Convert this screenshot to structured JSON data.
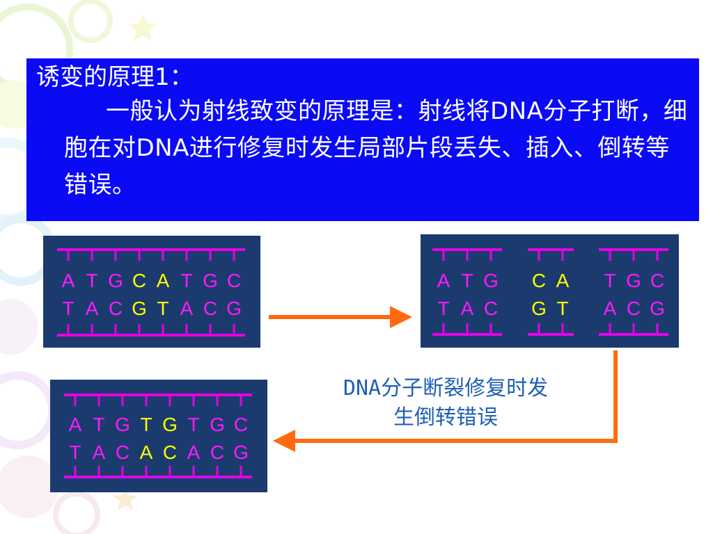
{
  "slide": {
    "heading": "诱变的原理1：",
    "body": "一般认为射线致变的原理是：射线将DNA分子打断，细胞在对DNA进行修复时发生局部片段丢失、插入、倒转等错误。"
  },
  "colors": {
    "title_bg": "#0a0af5",
    "panel_bg": "#1b3b6e",
    "backbone": "#e600e6",
    "base_normal": "#ff1aff",
    "base_highlight": "#ffff00",
    "arrow": "#ff6a10",
    "caption": "#1f5fb4"
  },
  "panels": {
    "original": {
      "top_strand": [
        "A",
        "T",
        "G",
        "C",
        "A",
        "T",
        "G",
        "C"
      ],
      "bottom_strand": [
        "T",
        "A",
        "C",
        "G",
        "T",
        "A",
        "C",
        "G"
      ],
      "highlighted": [
        3,
        4
      ]
    },
    "broken": {
      "fragments": [
        {
          "top": [
            "A",
            "T",
            "G"
          ],
          "bottom": [
            "T",
            "A",
            "C"
          ],
          "highlight": false
        },
        {
          "top": [
            "C",
            "A"
          ],
          "bottom": [
            "G",
            "T"
          ],
          "highlight": true
        },
        {
          "top": [
            "T",
            "G",
            "C"
          ],
          "bottom": [
            "A",
            "C",
            "G"
          ],
          "highlight": false
        }
      ]
    },
    "inverted": {
      "top_strand": [
        "A",
        "T",
        "G",
        "T",
        "G",
        "T",
        "G",
        "C"
      ],
      "bottom_strand": [
        "T",
        "A",
        "C",
        "A",
        "C",
        "A",
        "C",
        "G"
      ],
      "highlighted": [
        3,
        4
      ]
    }
  },
  "caption": {
    "line1": "DNA分子断裂修复时发",
    "line2": "生倒转错误"
  },
  "arrows": [
    "original-to-broken",
    "broken-to-inverted"
  ]
}
